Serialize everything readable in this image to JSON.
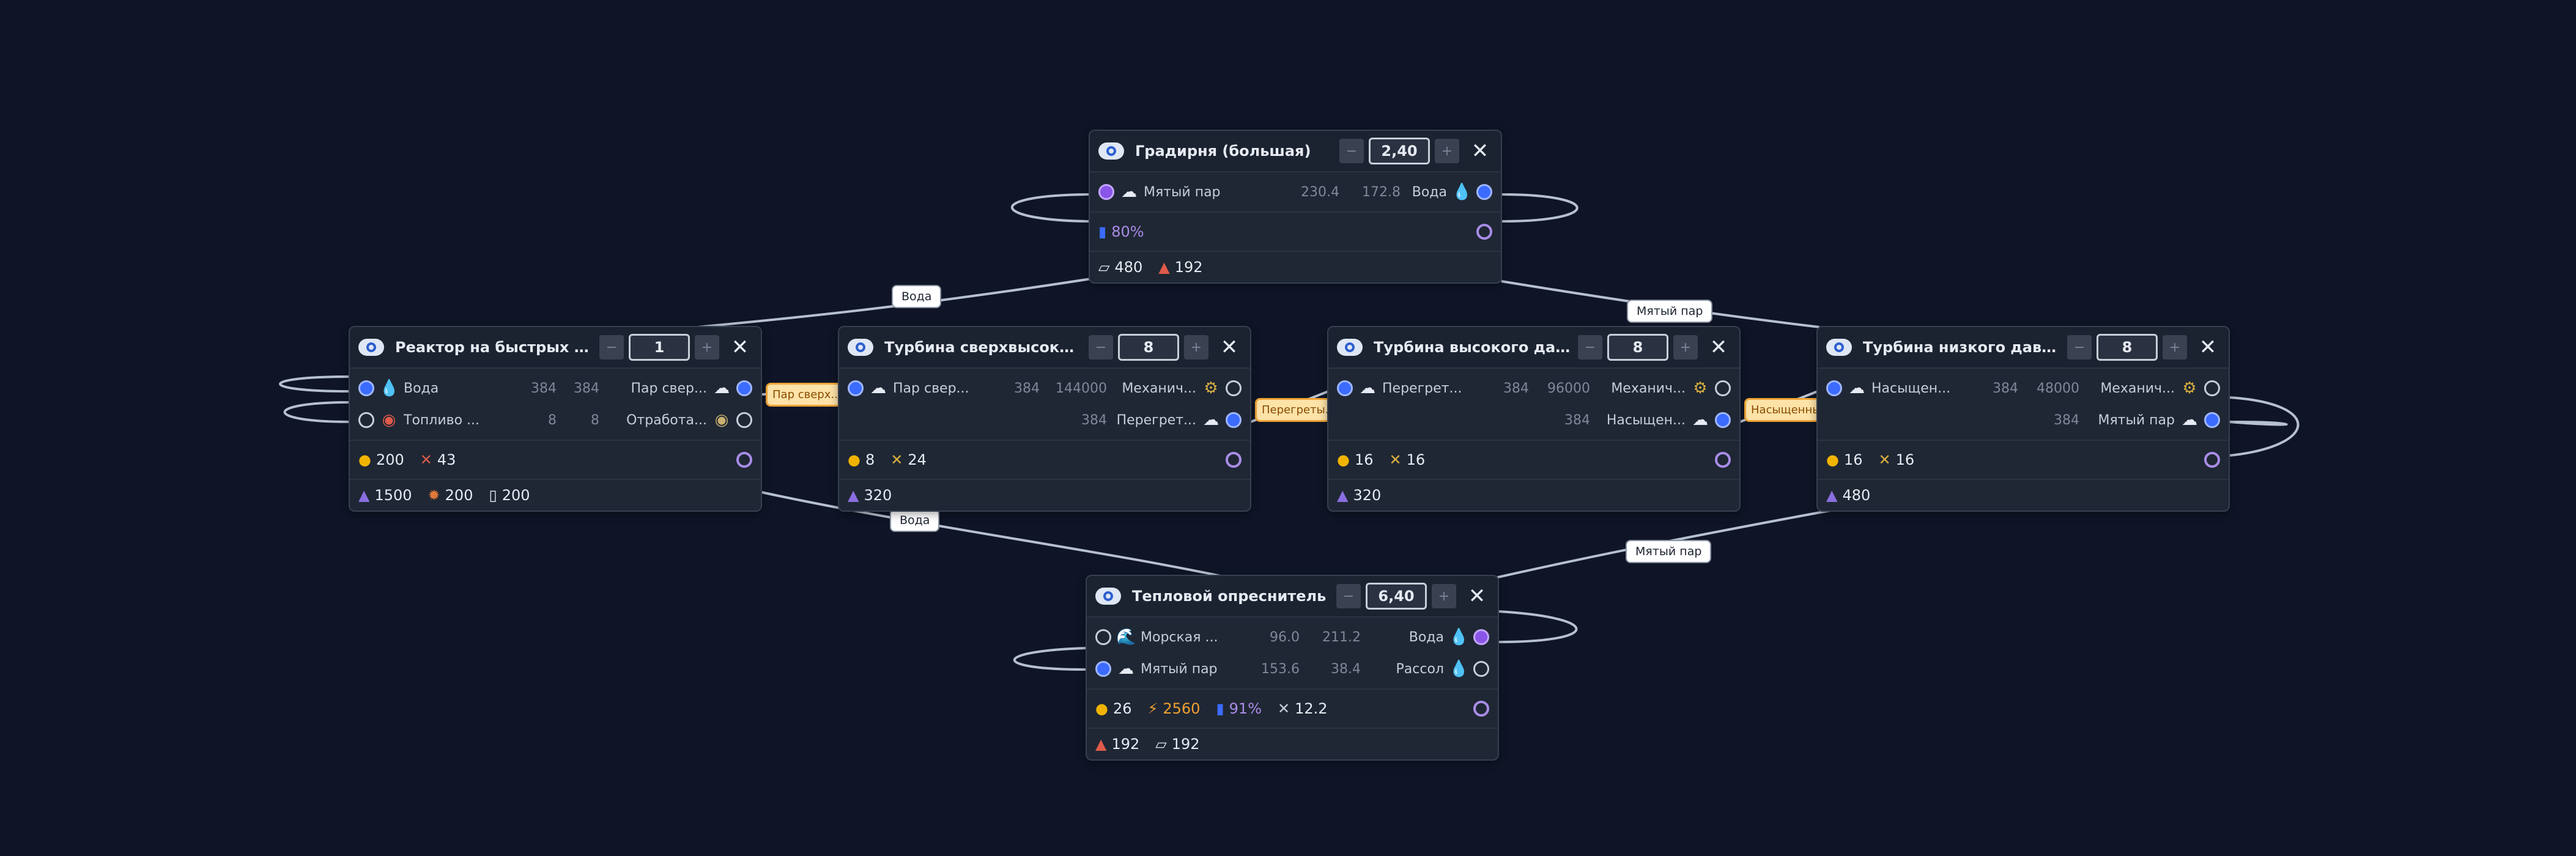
{
  "colors": {
    "background": "#0f1526",
    "node": "#1f2734",
    "accent_blue": "#3b6bff",
    "accent_purple": "#8a55e8",
    "energy": "#f0a030"
  },
  "edges": {
    "labels": [
      "Вода",
      "Мятый пар",
      "Вода",
      "Мятый пар"
    ],
    "tags": [
      "Пар сверх...",
      "Перегреты...",
      "Насыщенны..."
    ]
  },
  "nodes": {
    "cooling": {
      "title": "Градирня (большая)",
      "count": "2,40",
      "inputs": [
        {
          "name": "Мятый пар",
          "v1": "230.4",
          "v2": "172.8",
          "icon": "steam-icon"
        }
      ],
      "outputs": [
        {
          "name": "Вода",
          "icon": "water-icon"
        }
      ],
      "stat_pct": "80%",
      "base": [
        "480",
        "192"
      ]
    },
    "reactor": {
      "title": "Реактор на быстрых нейтро...",
      "count": "1",
      "rows": [
        {
          "in": "Вода",
          "v1": "384",
          "v2": "384",
          "out": "Пар свер..."
        },
        {
          "in": "Топливо ...",
          "v1": "8",
          "v2": "8",
          "out": "Отработа..."
        }
      ],
      "workers": "200",
      "repair": "43",
      "base": [
        "1500",
        "200",
        "200"
      ]
    },
    "turbine_vh": {
      "title": "Турбина сверхвысокого дав...",
      "count": "8",
      "rows": [
        {
          "in": "Пар свер...",
          "v1": "384",
          "v2": "144000",
          "out": "Механич..."
        },
        {
          "in": "",
          "v1": "",
          "v2": "384",
          "out": "Перегрет..."
        }
      ],
      "workers": "8",
      "repair": "24",
      "base": [
        "320"
      ]
    },
    "turbine_h": {
      "title": "Турбина высокого давлени...",
      "count": "8",
      "rows": [
        {
          "in": "Перегрет...",
          "v1": "384",
          "v2": "96000",
          "out": "Механич..."
        },
        {
          "in": "",
          "v1": "",
          "v2": "384",
          "out": "Насыщен..."
        }
      ],
      "workers": "16",
      "repair": "16",
      "base": [
        "320"
      ]
    },
    "turbine_l": {
      "title": "Турбина низкого давления II",
      "count": "8",
      "rows": [
        {
          "in": "Насыщен...",
          "v1": "384",
          "v2": "48000",
          "out": "Механич..."
        },
        {
          "in": "",
          "v1": "",
          "v2": "384",
          "out": "Мятый пар"
        }
      ],
      "workers": "16",
      "repair": "16",
      "base": [
        "480"
      ]
    },
    "desal": {
      "title": "Тепловой опреснитель",
      "count": "6,40",
      "rows": [
        {
          "in": "Морская ...",
          "v1": "96.0",
          "v2": "211.2",
          "out": "Вода"
        },
        {
          "in": "Мятый пар",
          "v1": "153.6",
          "v2": "38.4",
          "out": "Рассол"
        }
      ],
      "workers": "26",
      "power": "2560",
      "pct": "91%",
      "repair": "12.2",
      "base": [
        "192",
        "192"
      ]
    }
  }
}
